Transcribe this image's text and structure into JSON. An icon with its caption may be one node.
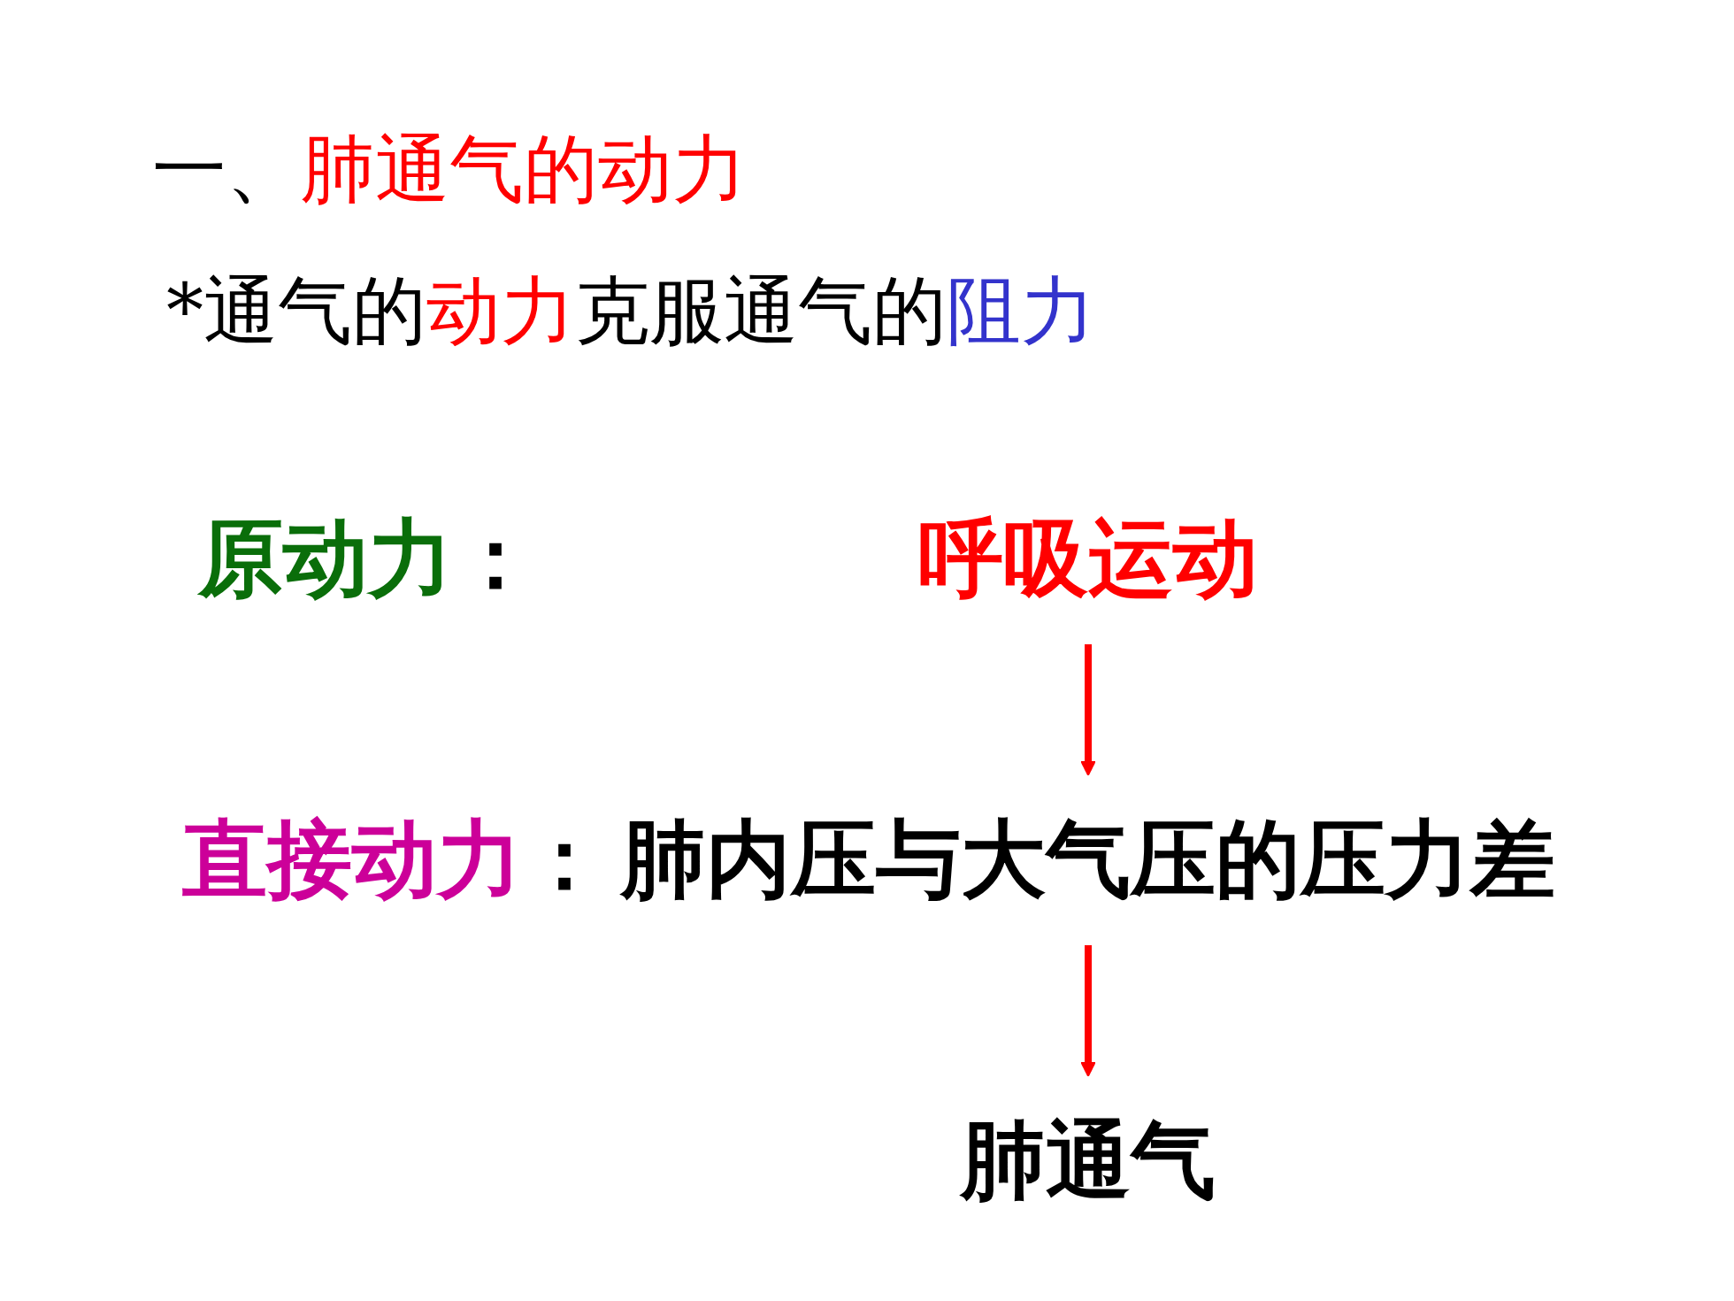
{
  "diagram": {
    "title": "一、肺通气的动力",
    "nodes": [
      {
        "text": [
          "呼吸运动"
        ]
      },
      {
        "text": [
          "肺内压与大气压的压力差"
        ],
        "beside": [
          "直接动力："
        ]
      },
      {
        "text": [
          "肺通气"
        ]
      }
    ],
    "edges": [
      {
        "from": 0,
        "to": 1,
        "arrow": "to"
      },
      {
        "from": 1,
        "to": 2,
        "arrow": "to"
      }
    ],
    "labels": [
      "*通气的动力克服通气的阻力",
      "原动力："
    ]
  }
}
